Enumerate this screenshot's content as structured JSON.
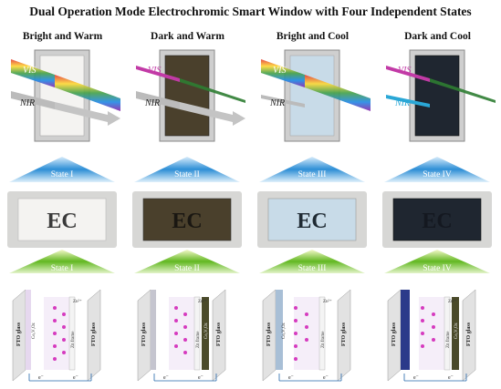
{
  "title": "Dual Operation Mode Electrochromic Smart Window with Four Independent States",
  "panels": [
    {
      "label": "Bright and Warm",
      "state": "State I",
      "ec": "EC"
    },
    {
      "label": "Dark and Warm",
      "state": "State II",
      "ec": "EC"
    },
    {
      "label": "Bright and Cool",
      "state": "State III",
      "ec": "EC"
    },
    {
      "label": "Dark and Cool",
      "state": "State IV",
      "ec": "EC"
    }
  ],
  "window_labels": {
    "vis": "VIS",
    "nir": "NIR"
  },
  "device_labels": {
    "fto": "FTO glass",
    "ceria": "CeₓVᵧOz",
    "zn": "Zn frame",
    "znion": "Zn²⁺",
    "electron": "e⁻"
  },
  "colors": {
    "arrow_top": "#2e8fd6",
    "arrow_bottom": "#62b822",
    "tint_1": "#f4f3f1",
    "tint_2": "#4a402c",
    "tint_3": "#c8dbe8",
    "tint_4": "#1f2630"
  }
}
